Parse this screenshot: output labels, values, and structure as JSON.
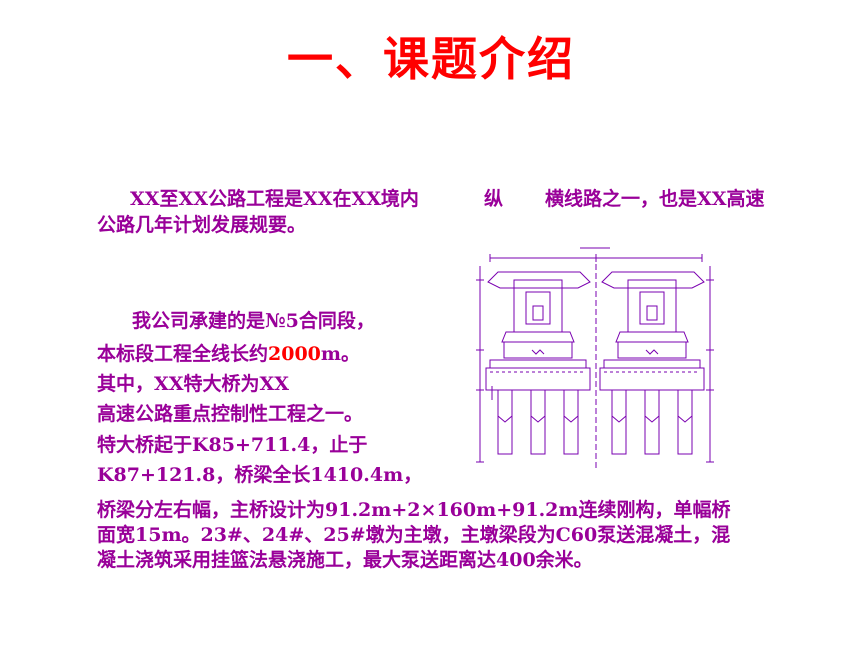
{
  "colors": {
    "title": "#ff0000",
    "text": "#990099",
    "highlight": "#ff0000",
    "drawing": "#7a00b0"
  },
  "title": "一、课题介绍",
  "intro": {
    "line1_a": "XX至XX公路工程是XX在XX境内",
    "line1_b": "纵",
    "line1_c": "横线路之一，也是XX高速",
    "line2": "公路几年计划发展规要。"
  },
  "section": {
    "line1": "我公司承建的是№5合同段，",
    "line2_pre": "本标段工程全线长约",
    "line2_num": "2000",
    "line2_post": "m。",
    "line3": "其中，XX特大桥为XX",
    "line4": "高速公路重点控制性工程之一。",
    "line5": "特大桥起于K85+711.4，止于",
    "line6": "K87+121.8，桥梁全长1410.4m，"
  },
  "detail": {
    "line1": "桥梁分左右幅，主桥设计为91.2m+2×160m+91.2m连续刚构，单幅桥",
    "line2": "面宽15m。23#、24#、25#墩为主墩，主墩梁段为C60泵送混凝土，混",
    "line3": "凝土浇筑采用挂篮法悬浇施工，最大泵送距离达400余米。"
  }
}
